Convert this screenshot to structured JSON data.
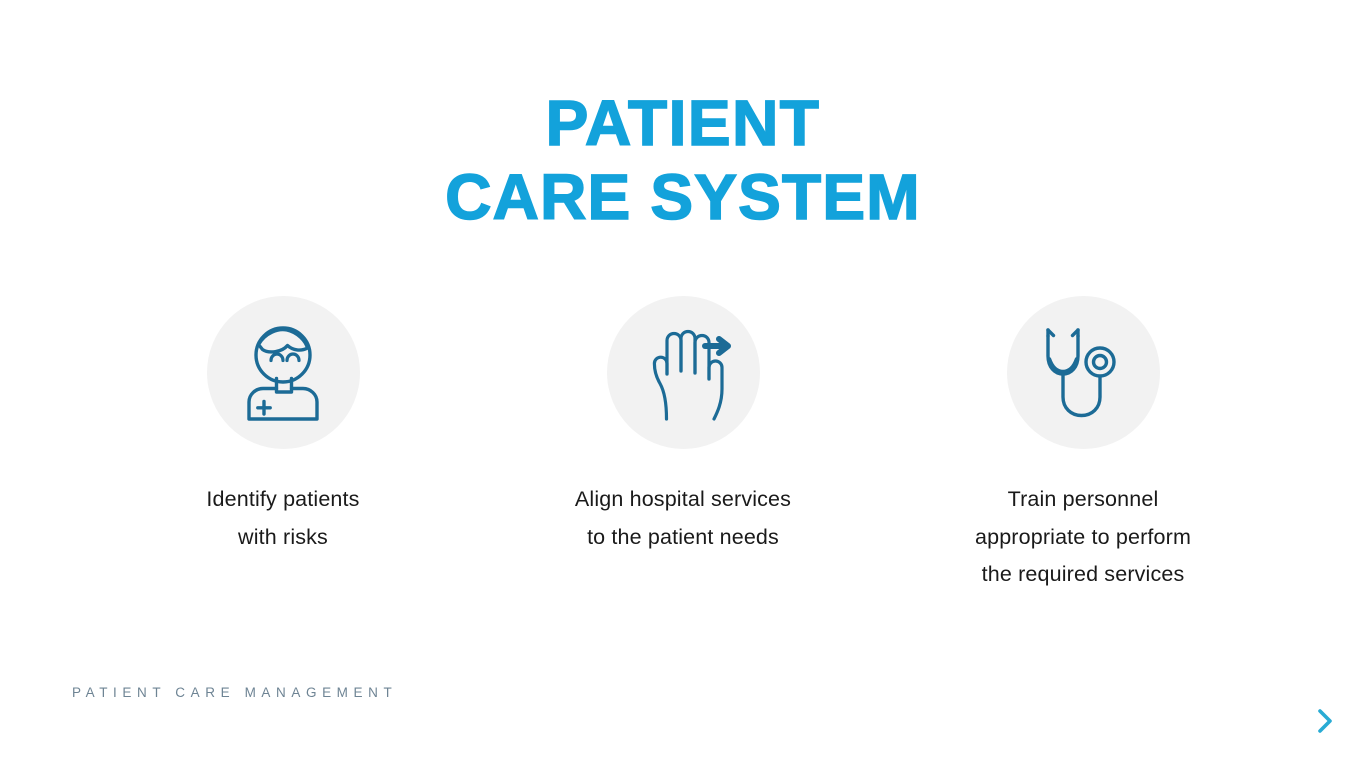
{
  "slide": {
    "background_color": "#FFFFFF",
    "title": {
      "line1": "PATIENT",
      "line2": "CARE SYSTEM",
      "color": "#13A2DB"
    },
    "columns": [
      {
        "icon_name": "doctor-patient-icon",
        "icon_circle_color": "#F2F2F2",
        "icon_stroke_color": "#1C6B96",
        "caption_lines": [
          "Identify patients",
          "with risks"
        ]
      },
      {
        "icon_name": "swipe-right-hand-gesture-icon",
        "icon_circle_color": "#F2F2F2",
        "icon_stroke_color": "#1C6B96",
        "caption_lines": [
          "Align hospital services",
          "to the patient needs"
        ]
      },
      {
        "icon_name": "stethoscope-icon",
        "icon_circle_color": "#F2F2F2",
        "icon_stroke_color": "#1C6B96",
        "caption_lines": [
          "Train personnel",
          "appropriate to perform",
          "the required services"
        ]
      }
    ],
    "footer": {
      "label": "PATIENT CARE MANAGEMENT",
      "color": "#6E8494"
    },
    "navigation": {
      "next_icon": "chevron-right-icon",
      "color": "#29ABD4"
    }
  }
}
